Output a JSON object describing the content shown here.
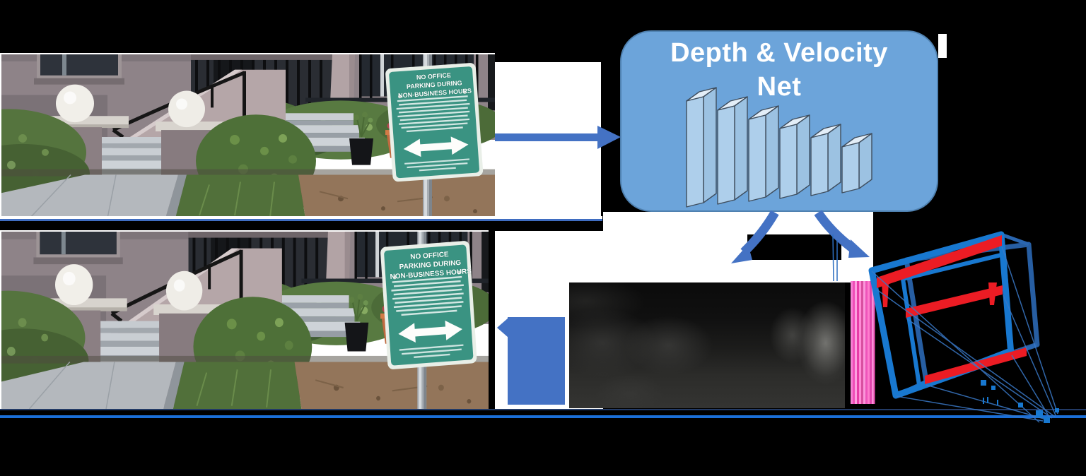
{
  "figure": {
    "net_box": {
      "title_line1": "Depth & Velocity",
      "title_line2": "Net",
      "layers_count": 6
    },
    "parking_sign": {
      "line1": "NO OFFICE",
      "line2": "PARKING DURING",
      "line3": "NON-BUSINESS HOURS"
    },
    "colors": {
      "box_fill": "#6CA4DA",
      "arrow_blue": "#4472C4",
      "wire_blue": "#1878D0",
      "bar_red": "#EC1C24",
      "stripe_pink": "#F566C8",
      "rule_bright": "#1B6FD8",
      "rule_navy": "#223A66"
    }
  }
}
